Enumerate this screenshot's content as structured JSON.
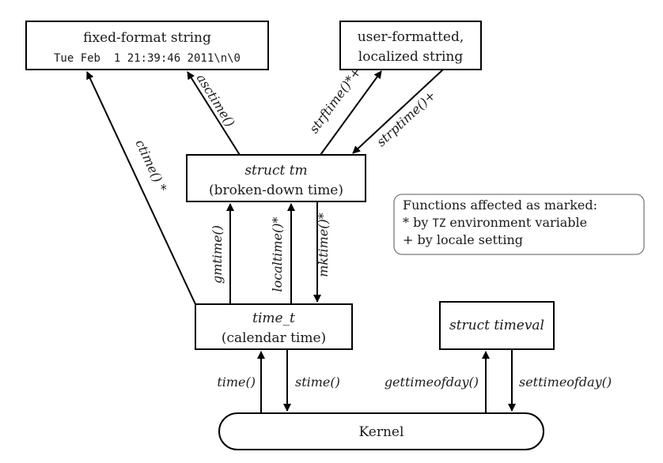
{
  "nodes": {
    "fixed_format": {
      "title": "fixed-format string",
      "example": "Tue Feb  1 21:39:46 2011\\n\\0"
    },
    "user_formatted": {
      "line1": "user-formatted,",
      "line2": "localized string"
    },
    "struct_tm": {
      "line1": "struct tm",
      "line2": "(broken-down time)"
    },
    "time_t": {
      "line1": "time_t",
      "line2": "(calendar time)"
    },
    "struct_timeval": {
      "label": "struct timeval"
    },
    "kernel": {
      "label": "Kernel"
    }
  },
  "functions": {
    "ctime": "ctime() *",
    "asctime": "asctime()",
    "strftime": "strftime()*+",
    "strptime": "strptime()+",
    "gmtime": "gmtime()",
    "localtime": "localtime()*",
    "mktime": "mktime()*",
    "time": "time()",
    "stime": "stime()",
    "gettimeofday": "gettimeofday()",
    "settimeofday": "settimeofday()"
  },
  "legend": {
    "title": "Functions affected as marked:",
    "tz_prefix": "* by",
    "tz_code": "TZ",
    "tz_suffix": "environment variable",
    "locale": "+ by locale setting"
  }
}
